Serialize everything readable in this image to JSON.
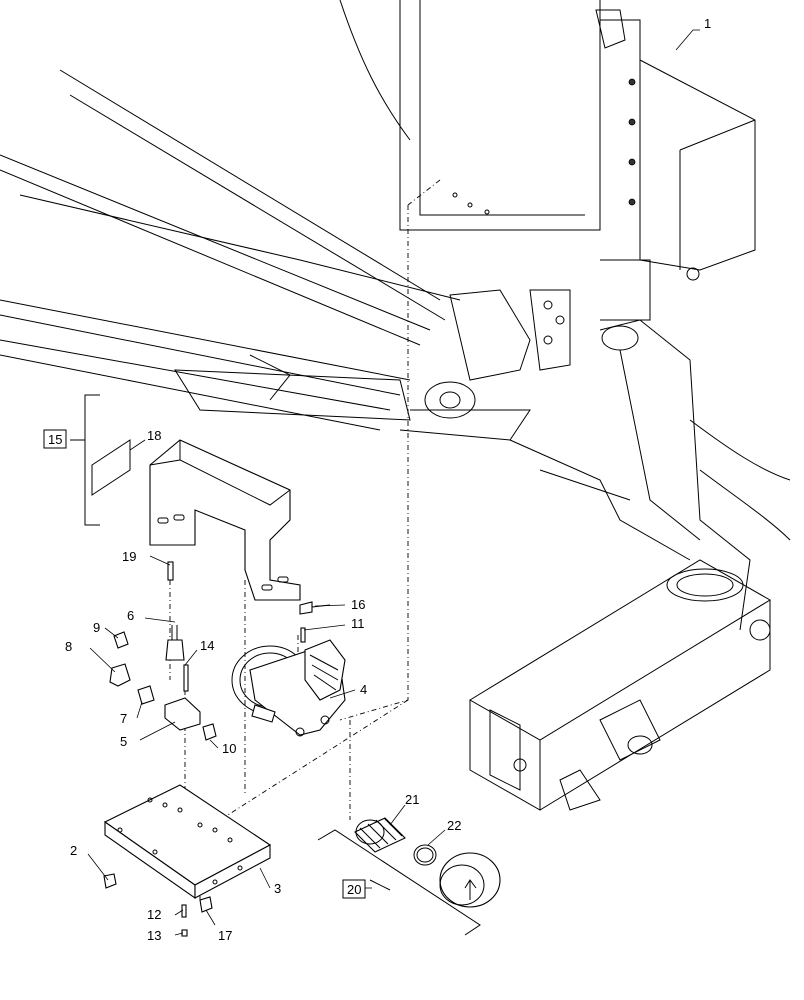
{
  "diagram": {
    "callouts": [
      "1",
      "2",
      "3",
      "4",
      "5",
      "6",
      "7",
      "8",
      "9",
      "10",
      "11",
      "12",
      "13",
      "14",
      "16",
      "17",
      "18",
      "19",
      "21",
      "22"
    ],
    "boxed_callouts": [
      "15",
      "20"
    ]
  }
}
